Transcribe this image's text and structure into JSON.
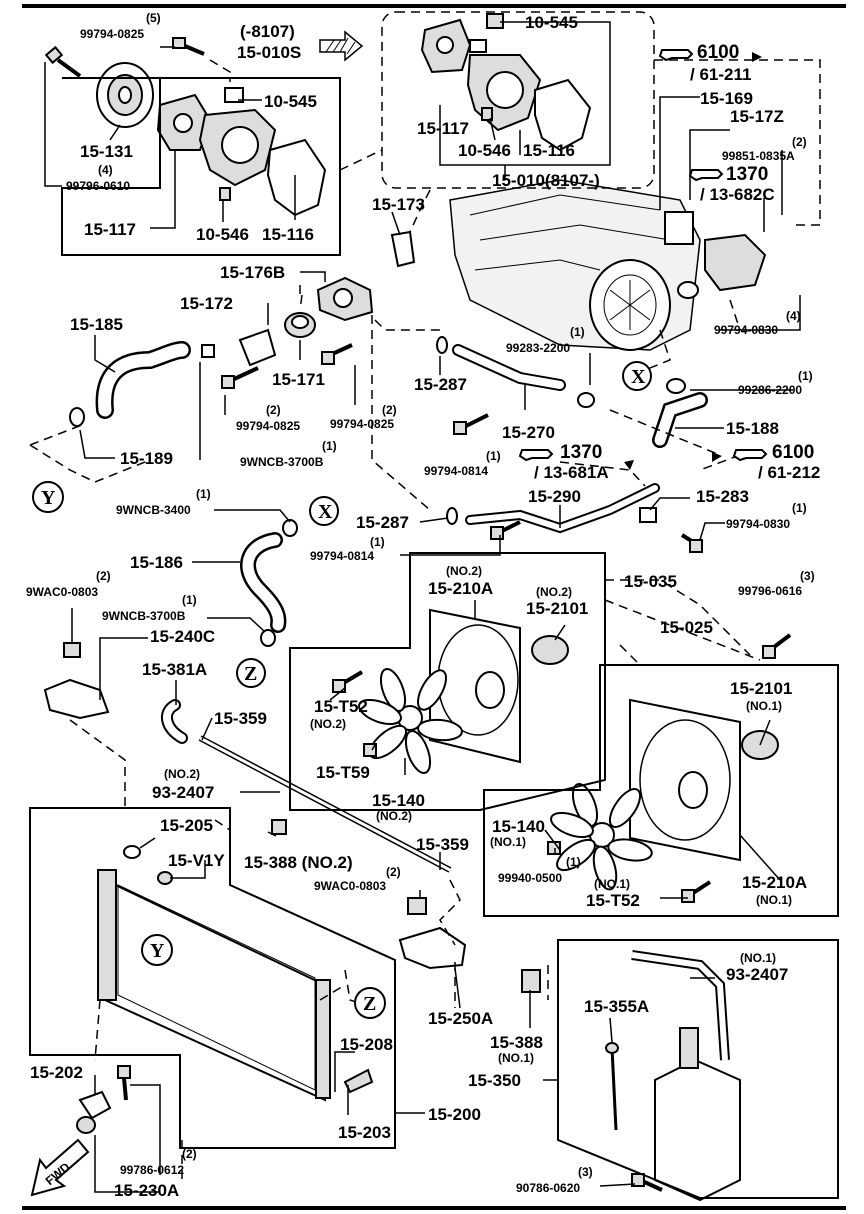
{
  "labels": {
    "pn_99794_0825_top": "99794-0825",
    "qty_5": "(5)",
    "pn_8107_bracket": "(-8107)",
    "pn_15_010s": "15-010S",
    "pn_10_545_a": "10-545",
    "pn_15_131": "15-131",
    "qty_4_a": "(4)",
    "pn_99796_0610": "99796-0610",
    "pn_15_117_a": "15-117",
    "pn_10_546_a": "10-546",
    "pn_15_116_a": "15-116",
    "pn_10_545_b": "10-545",
    "pn_15_117_b": "15-117",
    "pn_10_546_b": "10-546",
    "pn_15_116_b": "15-116",
    "pn_15_010_8107": "15-010(8107-)",
    "ref_6100_a": "6100",
    "ref_61_211": "/ 61-211",
    "pn_15_169": "15-169",
    "pn_15_17z": "15-17Z",
    "qty_2_a": "(2)",
    "pn_99851_0835a": "99851-0835A",
    "ref_1370_a": "1370",
    "ref_13_682c": "/ 13-682C",
    "pn_15_173": "15-173",
    "pn_15_176b": "15-176B",
    "pn_15_172": "15-172",
    "pn_15_185": "15-185",
    "pn_15_171": "15-171",
    "qty_1_a": "(1)",
    "pn_99283_2200": "99283-2200",
    "qty_4_b": "(4)",
    "pn_99794_0830_a": "99794-0830",
    "circle_x_a": "X",
    "qty_1_b": "(1)",
    "pn_99286_2200": "99286-2200",
    "pn_15_287_a": "15-287",
    "qty_2_b": "(2)",
    "pn_99794_0825_a": "99794-0825",
    "qty_2_c": "(2)",
    "pn_99794_0825_b": "99794-0825",
    "pn_15_270": "15-270",
    "pn_15_188": "15-188",
    "pn_15_189": "15-189",
    "qty_1_c": "(1)",
    "pn_9wncb_3700b_a": "9WNCB-3700B",
    "qty_1_d": "(1)",
    "pn_99794_0814_a": "99794-0814",
    "ref_1370_b": "1370",
    "ref_13_681a": "/ 13-681A",
    "ref_6100_b": "6100",
    "ref_61_212": "/ 61-212",
    "circle_y_a": "Y",
    "qty_1_e": "(1)",
    "pn_9wncb_3400": "9WNCB-3400",
    "circle_x_b": "X",
    "pn_15_290": "15-290",
    "pn_15_283": "15-283",
    "qty_1_f": "(1)",
    "pn_99794_0830_b": "99794-0830",
    "pn_15_287_b": "15-287",
    "qty_1_g": "(1)",
    "pn_99794_0814_b": "99794-0814",
    "pn_15_186": "15-186",
    "no2_a": "(NO.2)",
    "pn_15_210a_a": "15-210A",
    "pn_15_035": "15-035",
    "no2_b": "(NO.2)",
    "pn_15_2101_a": "15-2101",
    "qty_2_d": "(2)",
    "pn_9wac0_0803_a": "9WAC0-0803",
    "qty_1_h": "(1)",
    "pn_9wncb_3700b_b": "9WNCB-3700B",
    "pn_15_240c": "15-240C",
    "qty_3_a": "(3)",
    "pn_99796_0616": "99796-0616",
    "pn_15_025": "15-025",
    "circle_z_a": "Z",
    "pn_15_381a": "15-381A",
    "pn_15_t52_a": "15-T52",
    "no2_c": "(NO.2)",
    "pn_15_2101_b": "15-2101",
    "no1_a": "(NO.1)",
    "pn_15_359_a": "15-359",
    "pn_15_t59": "15-T59",
    "no2_d": "(NO.2)",
    "pn_93_2407_a": "93-2407",
    "pn_15_140_a": "15-140",
    "no2_e": "(NO.2)",
    "pn_15_205": "15-205",
    "pn_15_140_b": "15-140",
    "no1_b": "(NO.1)",
    "pn_15_359_b": "15-359",
    "pn_15_v1y": "15-V1Y",
    "pn_15_388_no2": "15-388 (NO.2)",
    "qty_2_e": "(2)",
    "pn_9wac0_0803_b": "9WAC0-0803",
    "qty_1_i": "(1)",
    "pn_99940_0500": "99940-0500",
    "no1_c": "(NO.1)",
    "pn_15_t52_b": "15-T52",
    "pn_15_210a_b": "15-210A",
    "no1_d": "(NO.1)",
    "circle_y_b": "Y",
    "no1_e": "(NO.1)",
    "pn_93_2407_b": "93-2407",
    "circle_z_b": "Z",
    "pn_15_355a": "15-355A",
    "pn_15_250a": "15-250A",
    "pn_15_388": "15-388",
    "no1_f": "(NO.1)",
    "pn_15_208": "15-208",
    "pn_15_350": "15-350",
    "pn_15_202": "15-202",
    "pn_15_203": "15-203",
    "pn_15_200": "15-200",
    "qty_2_f": "(2)",
    "pn_99786_0612": "99786-0612",
    "pn_15_230a": "15-230A",
    "fwd": "FWD",
    "qty_3_b": "(3)",
    "pn_90786_0620": "90786-0620"
  }
}
